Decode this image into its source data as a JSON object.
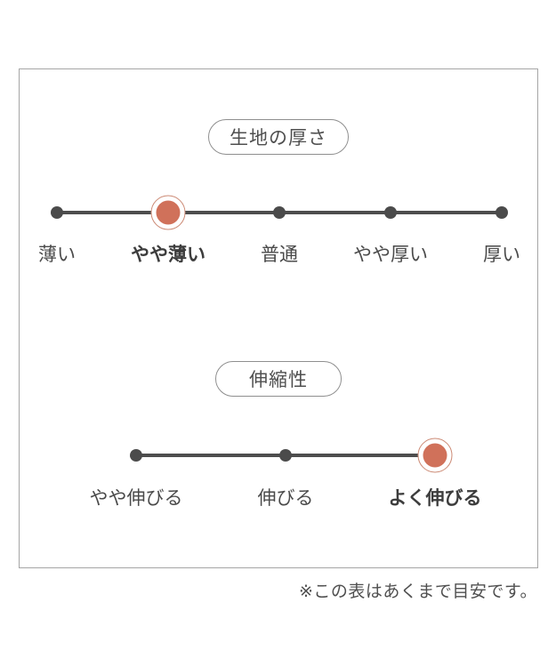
{
  "page": {
    "background": "#ffffff",
    "footnote": "※この表はあくまで目安です。"
  },
  "panel": {
    "border_color": "#a6a6a6"
  },
  "colors": {
    "accent": "#d0715a",
    "accent_ring": "#cc8974",
    "dot": "#4b4b4b",
    "line": "#4d4d4d",
    "text": "#4a4a4a",
    "text_strong": "#3d3d3d",
    "pill_border": "#8f8f8f"
  },
  "chart_data": [
    {
      "type": "rating-scale",
      "title": "生地の厚さ",
      "categories": [
        "薄い",
        "やや薄い",
        "普通",
        "やや厚い",
        "厚い"
      ],
      "selected_index": 1,
      "selected_label": "やや薄い",
      "layout_hint": "5-point dot scale, highlighted dot ringed in accent color"
    },
    {
      "type": "rating-scale",
      "title": "伸縮性",
      "categories": [
        "やや伸びる",
        "伸びる",
        "よく伸びる"
      ],
      "selected_index": 2,
      "selected_label": "よく伸びる",
      "layout_hint": "3-point dot scale, highlighted dot ringed in accent color"
    }
  ]
}
